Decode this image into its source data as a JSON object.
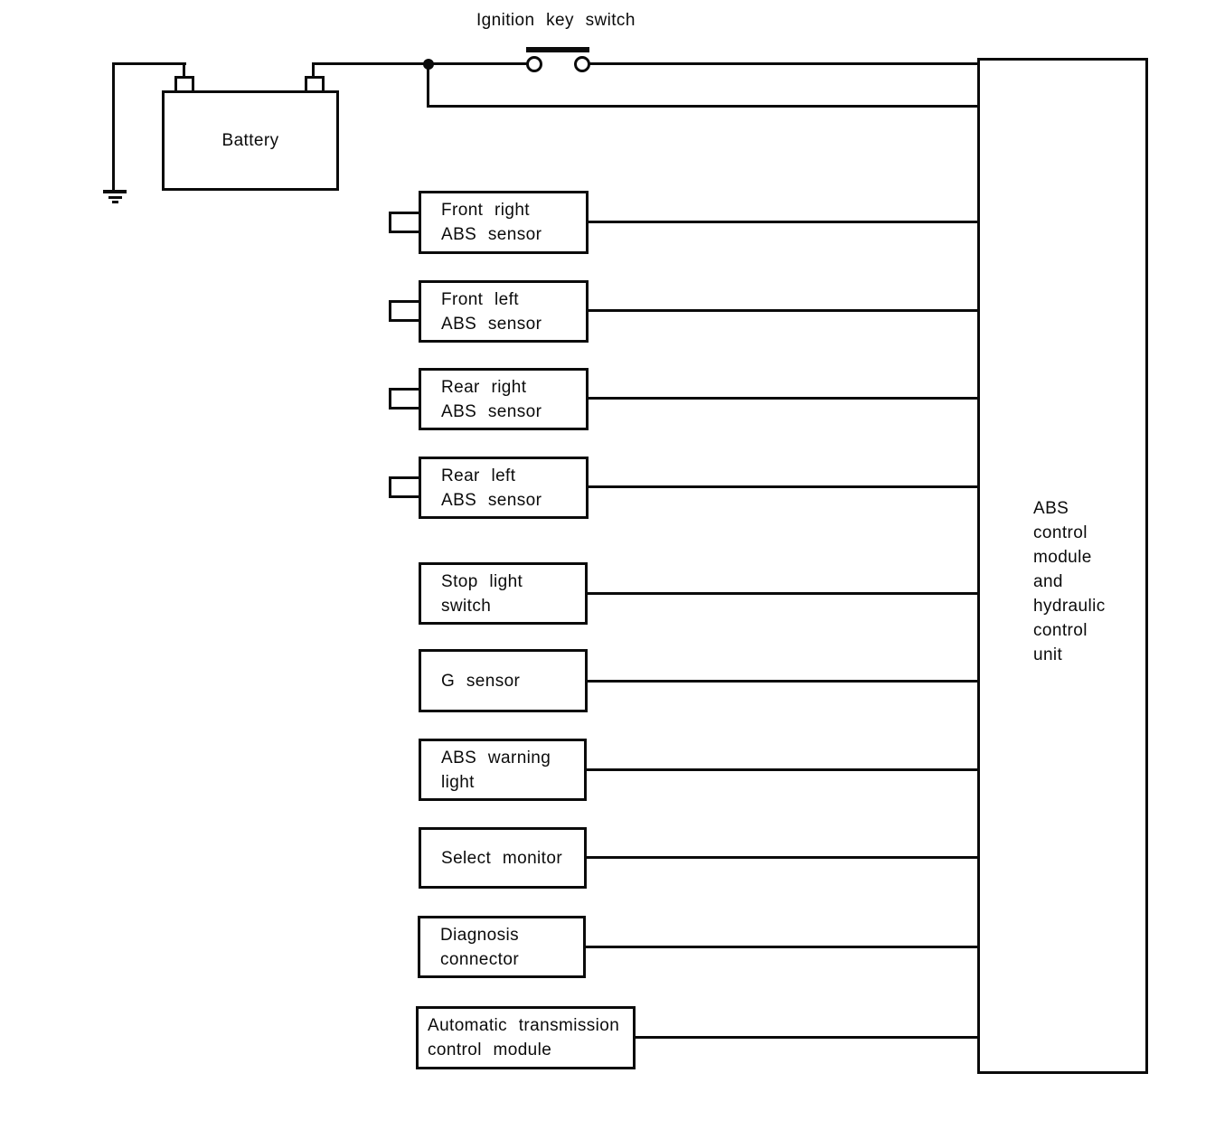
{
  "labels": {
    "ignition_key_switch": "Ignition key switch"
  },
  "battery": {
    "label": "Battery"
  },
  "components": {
    "front_right": {
      "lines": [
        "Front right",
        "ABS sensor"
      ]
    },
    "front_left": {
      "lines": [
        "Front left",
        "ABS sensor"
      ]
    },
    "rear_right": {
      "lines": [
        "Rear right",
        "ABS sensor"
      ]
    },
    "rear_left": {
      "lines": [
        "Rear left",
        "ABS sensor"
      ]
    },
    "stop_light": {
      "lines": [
        "Stop light",
        "switch"
      ]
    },
    "g_sensor": {
      "lines": [
        "G sensor"
      ]
    },
    "abs_warning": {
      "lines": [
        "ABS warning",
        "light"
      ]
    },
    "select_monitor": {
      "lines": [
        "Select monitor"
      ]
    },
    "diagnosis": {
      "lines": [
        "Diagnosis",
        "connector"
      ]
    },
    "atm": {
      "lines": [
        "Automatic transmission",
        "control module"
      ]
    }
  },
  "control_unit": {
    "lines": [
      "ABS",
      "control",
      "module",
      "and",
      "hydraulic",
      "control",
      "unit"
    ]
  },
  "colors": {
    "ink": "#0b0b0b",
    "background": "#ffffff"
  }
}
